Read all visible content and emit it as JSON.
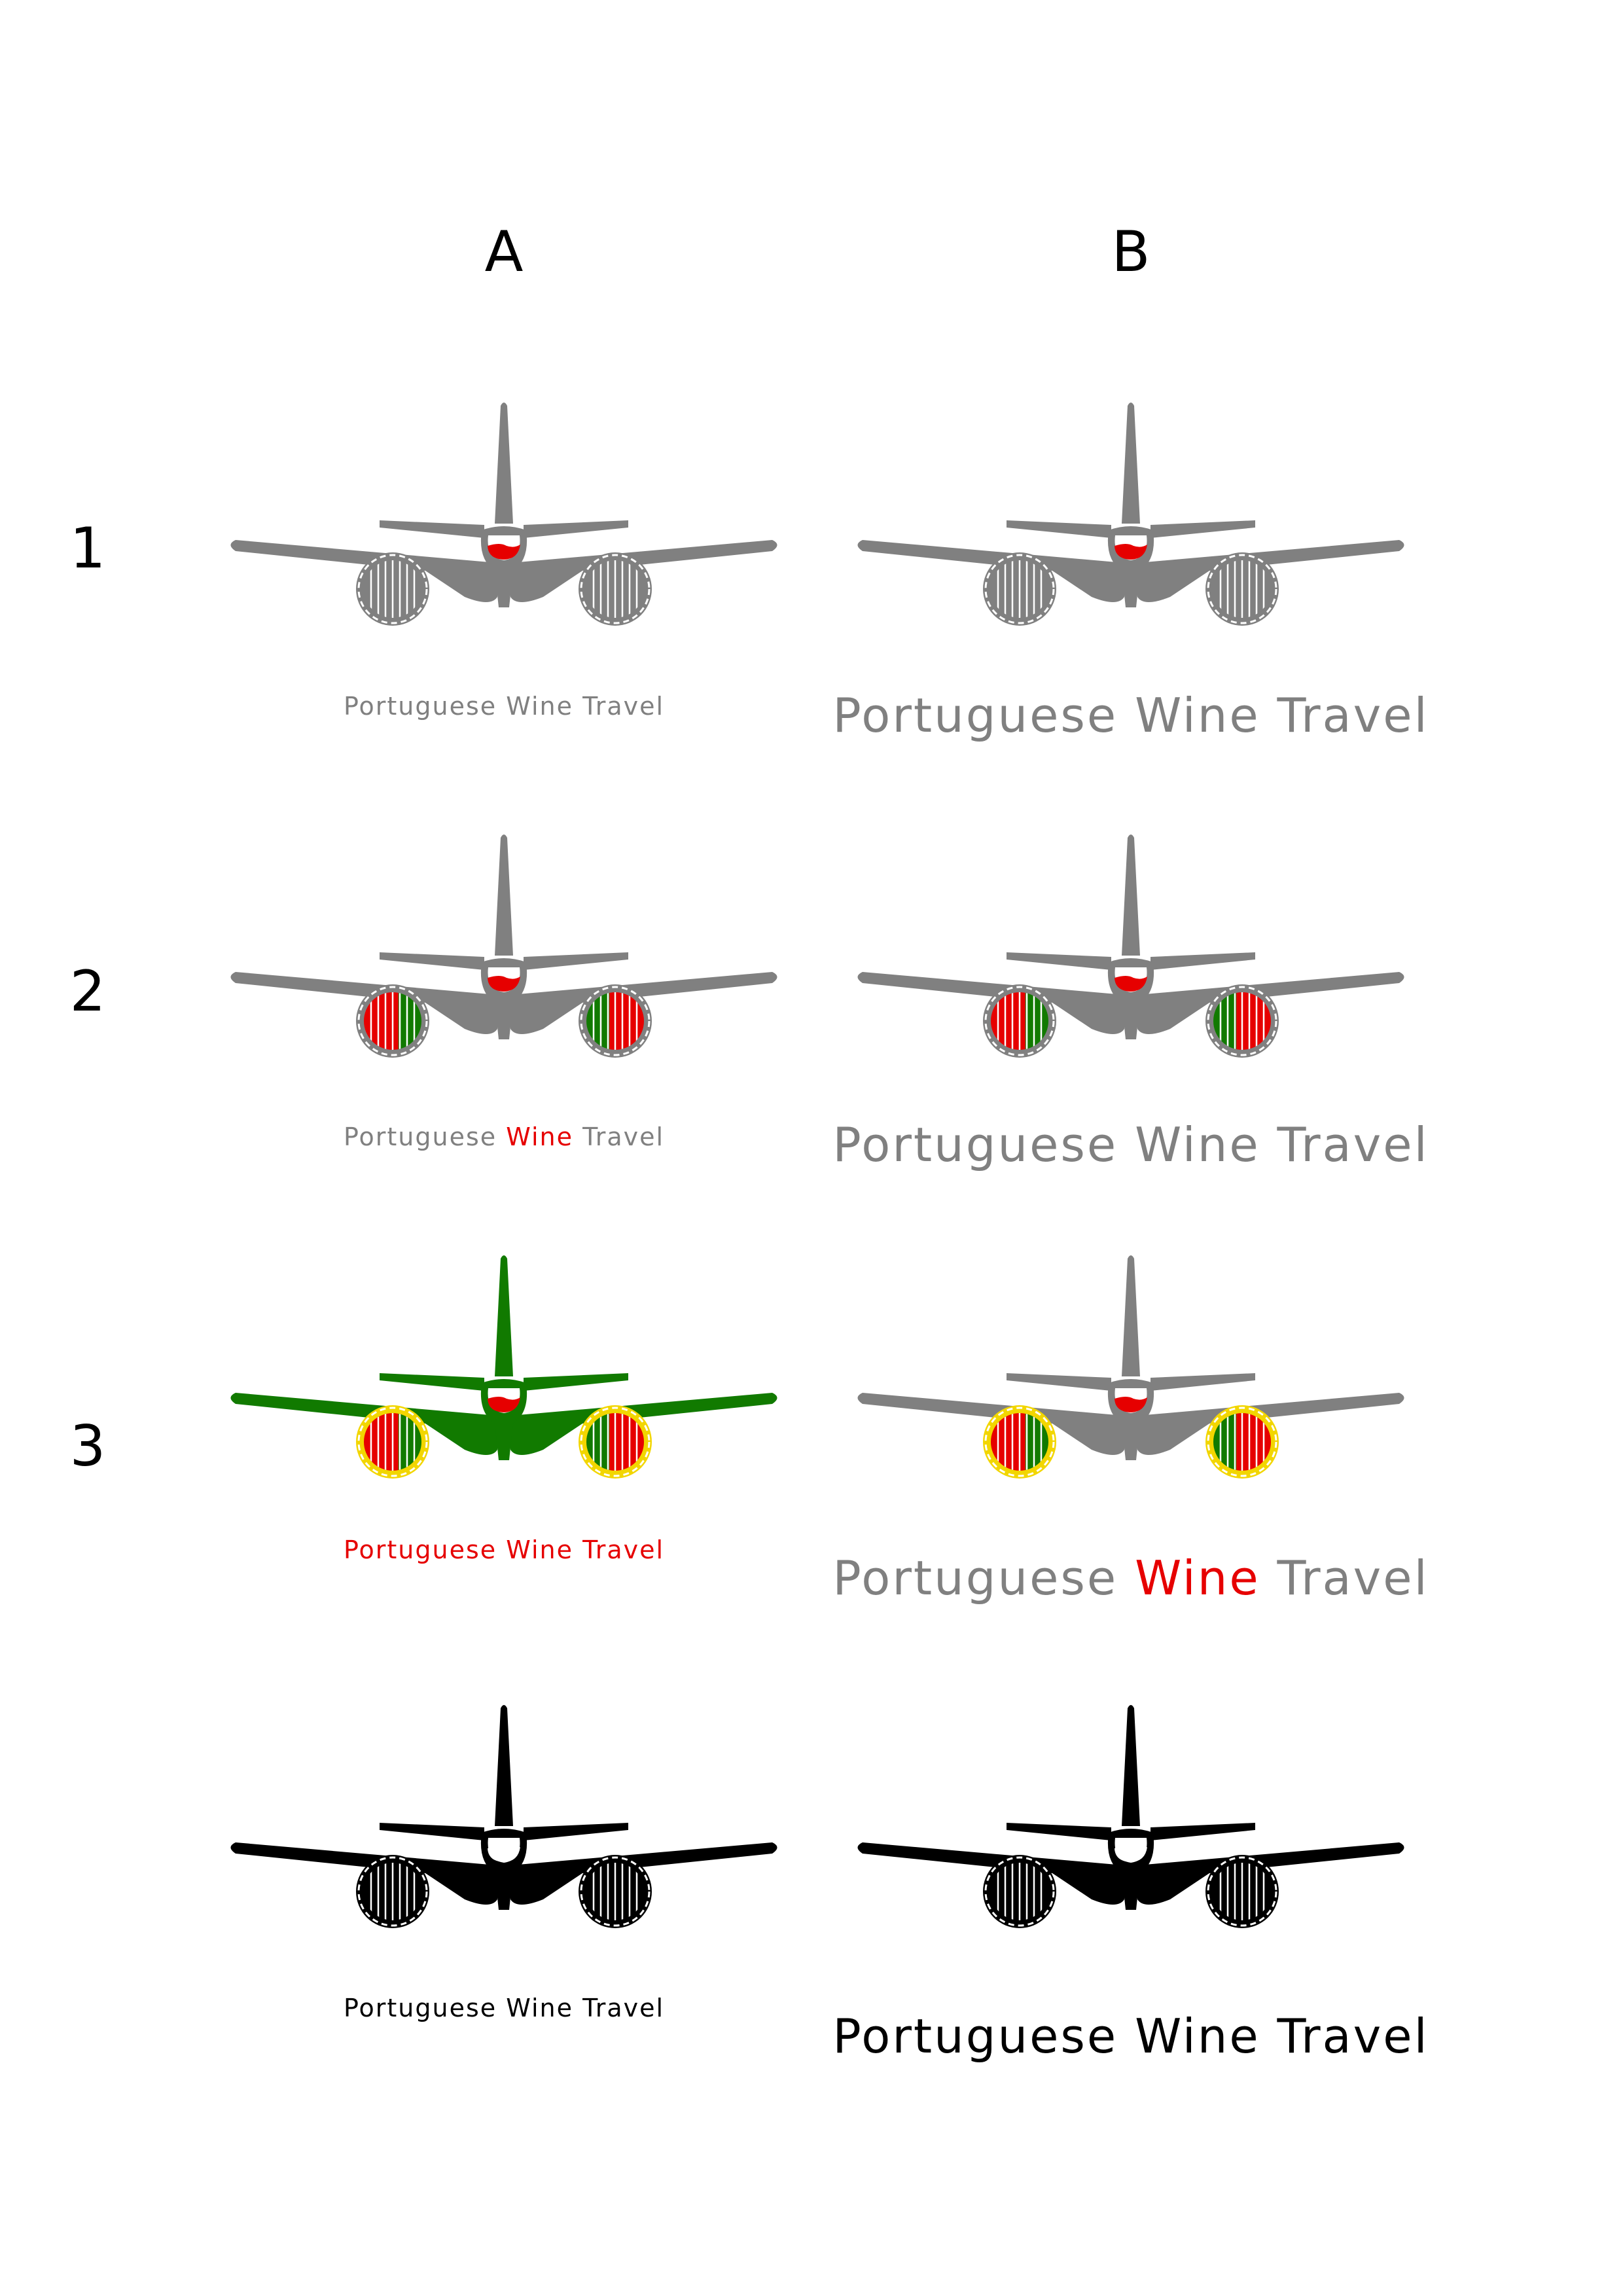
{
  "columns": [
    {
      "id": "a",
      "label": "A"
    },
    {
      "id": "b",
      "label": "B"
    }
  ],
  "rows": [
    {
      "id": "r1",
      "label": "1"
    },
    {
      "id": "r2",
      "label": "2"
    },
    {
      "id": "r3",
      "label": "3"
    },
    {
      "id": "r4",
      "label": ""
    }
  ],
  "caption_words": [
    "Portuguese",
    "Wine",
    "Travel"
  ],
  "colors": {
    "gray": "#808080",
    "red": "#e60000",
    "green": "#117a00",
    "yellow": "#f2d600",
    "black": "#000000",
    "white": "#ffffff"
  },
  "variants": [
    {
      "id": "1a",
      "row": 0,
      "col": 0,
      "plane": "gray",
      "glass_fill": "red",
      "barrel": "gray",
      "barrel_ring": "gray",
      "caption_size": "small",
      "word_colors": [
        "gray",
        "gray",
        "gray"
      ]
    },
    {
      "id": "1b",
      "row": 0,
      "col": 1,
      "plane": "gray",
      "glass_fill": "red",
      "barrel": "gray",
      "barrel_ring": "gray",
      "caption_size": "large",
      "word_colors": [
        "gray",
        "gray",
        "gray"
      ]
    },
    {
      "id": "2a",
      "row": 1,
      "col": 0,
      "plane": "gray",
      "glass_fill": "red",
      "barrel": "flag",
      "barrel_ring": "gray",
      "caption_size": "small",
      "word_colors": [
        "gray",
        "red",
        "gray"
      ]
    },
    {
      "id": "2b",
      "row": 1,
      "col": 1,
      "plane": "gray",
      "glass_fill": "red",
      "barrel": "flag",
      "barrel_ring": "gray",
      "caption_size": "large",
      "word_colors": [
        "gray",
        "gray",
        "gray"
      ]
    },
    {
      "id": "3a",
      "row": 2,
      "col": 0,
      "plane": "green",
      "glass_fill": "red",
      "barrel": "flag",
      "barrel_ring": "yellow",
      "caption_size": "small",
      "word_colors": [
        "red",
        "red",
        "red"
      ]
    },
    {
      "id": "3b",
      "row": 2,
      "col": 1,
      "plane": "gray",
      "glass_fill": "red",
      "barrel": "flag",
      "barrel_ring": "yellow",
      "caption_size": "large",
      "word_colors": [
        "gray",
        "red",
        "gray"
      ]
    },
    {
      "id": "4a",
      "row": 3,
      "col": 0,
      "plane": "black",
      "glass_fill": "white",
      "barrel": "black",
      "barrel_ring": "black",
      "caption_size": "small",
      "word_colors": [
        "black",
        "black",
        "black"
      ]
    },
    {
      "id": "4b",
      "row": 3,
      "col": 1,
      "plane": "black",
      "glass_fill": "white",
      "barrel": "black",
      "barrel_ring": "black",
      "caption_size": "large",
      "word_colors": [
        "black",
        "black",
        "black"
      ]
    }
  ]
}
